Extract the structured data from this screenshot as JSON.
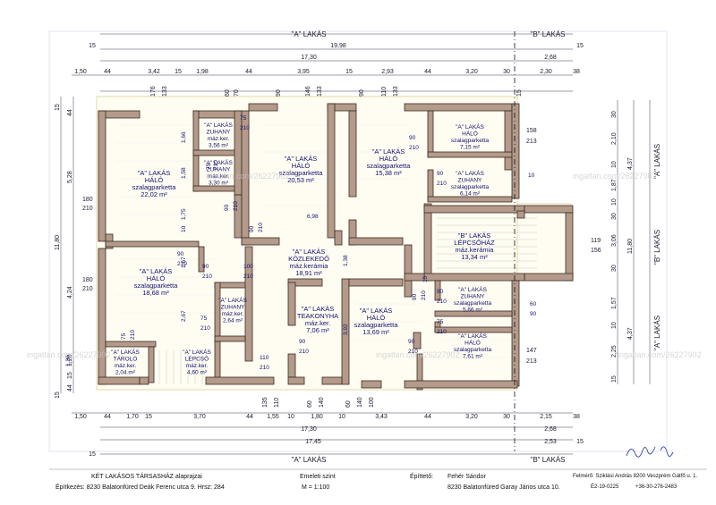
{
  "top": {
    "zone_a": "\"A\" LAKÁS",
    "zone_b": "\"B\" LAKÁS",
    "row1": [
      "15",
      "19,98",
      "15"
    ],
    "row2": [
      "17,30",
      "2,68"
    ],
    "row3": [
      "1,50",
      "44",
      "3,42",
      "15",
      "1,98",
      "44",
      "3,95",
      "15",
      "2,93",
      "44",
      "3,20",
      "30",
      "2,30",
      "38"
    ],
    "row4": [
      "176",
      "133",
      "60",
      "70",
      "90",
      "146",
      "133",
      "90",
      "110",
      "133",
      "15"
    ]
  },
  "bottom": {
    "row1": [
      "1,50",
      "44",
      "1,70",
      "15",
      "3,70",
      "44",
      "1,55",
      "10",
      "1,80",
      "10",
      "3,43",
      "44",
      "3,20",
      "30",
      "2,15",
      "38"
    ],
    "row2": [
      "17,30",
      "2,68"
    ],
    "row3": [
      "17,45",
      "2,53",
      "15"
    ],
    "row4": [
      "15"
    ],
    "row5": [
      "135",
      "110",
      "60",
      "140",
      "60",
      "140",
      "100"
    ],
    "zone_a": "\"A\" LAKÁS",
    "zone_b": "\"B\" LAKÁS"
  },
  "left": {
    "outer": [
      "15",
      "44",
      "5,28",
      "11,80",
      "4,24",
      "1,20",
      "15",
      "44",
      "15"
    ],
    "inner": [
      "180",
      "210",
      "180",
      "210"
    ]
  },
  "right": {
    "col1": [
      "158",
      "213",
      "119",
      "156",
      "147",
      "213"
    ],
    "col2": [
      "30",
      "2,10",
      "10",
      "1,87",
      "10",
      "30",
      "3,06",
      "30",
      "1,57",
      "10",
      "2,25",
      "15"
    ],
    "col3": [
      "4,37",
      "11,80",
      "4,37"
    ],
    "side_a1": "\"A\" LAKÁS",
    "side_b": "\"B\" LAKÁS",
    "side_a2": "\"A\" LAKÁS"
  },
  "rooms": [
    {
      "lines": [
        "\"A\" LAKÁS",
        "ZUHANY",
        "máz.ker.",
        "3,56 m²"
      ]
    },
    {
      "lines": [
        "\"A\" LAKÁS",
        "ZUHANY",
        "máz.ker.",
        "3,30 m²"
      ]
    },
    {
      "lines": [
        "\"A\" LAKÁS",
        "HÁLÓ",
        "szalagparketta",
        "22,02 m²"
      ]
    },
    {
      "lines": [
        "\"A\" LAKÁS",
        "HÁLÓ",
        "szalagparketta",
        "20,53 m²"
      ]
    },
    {
      "lines": [
        "\"A\" LAKÁS",
        "HÁLÓ",
        "szalagparketta",
        "15,38 m²"
      ]
    },
    {
      "lines": [
        "\"A\" LAKÁS",
        "HÁLÓ",
        "szalagparketta",
        "7,15 m²"
      ]
    },
    {
      "lines": [
        "\"A\" LAKÁS",
        "ZUHANY",
        "szalagparketta",
        "6,14 m²"
      ]
    },
    {
      "lines": [
        "\"B\" LAKÁS",
        "LÉPCSŐHÁZ",
        "máz.kerámia",
        "13,34 m²"
      ]
    },
    {
      "lines": [
        "\"A\" LAKÁS",
        "KÖZLEKEDŐ",
        "máz.kerámia",
        "18,91 m²"
      ]
    },
    {
      "lines": [
        "\"A\" LAKÁS",
        "HÁLÓ",
        "szalagparketta",
        "18,68 m²"
      ]
    },
    {
      "lines": [
        "\"A\" LAKÁS",
        "ZUHANY",
        "máz.ker.",
        "2,64 m²"
      ]
    },
    {
      "lines": [
        "\"A\" LAKÁS",
        "TEAKONYHA",
        "máz.ker.",
        "7,06 m²"
      ]
    },
    {
      "lines": [
        "\"A\" LAKÁS",
        "HÁLÓ",
        "szalagparketta",
        "13,69 m²"
      ]
    },
    {
      "lines": [
        "\"A\" LAKÁS",
        "ZUHANY",
        "szalagparketta",
        "5,66 m²"
      ]
    },
    {
      "lines": [
        "\"A\" LAKÁS",
        "HÁLÓ",
        "szalagparketta",
        "7,61 m²"
      ]
    },
    {
      "lines": [
        "\"A\" LAKÁS",
        "TÁROLÓ",
        "máz.ker.",
        "2,04 m²"
      ]
    },
    {
      "lines": [
        "\"A\" LAKÁS",
        "LÉPCSŐ",
        "máz.ker.",
        "4,60 m²"
      ]
    }
  ],
  "door_dims": [
    "75",
    "210",
    "1,66",
    "1,58",
    "75",
    "210",
    "90",
    "210",
    "90",
    "210",
    "90",
    "210",
    "90",
    "210",
    "6,98",
    "1,75",
    "10",
    "90",
    "210",
    "100",
    "210",
    "1,38",
    "90",
    "210",
    "1,67",
    "90",
    "210",
    "75",
    "210",
    "2,67",
    "75",
    "210",
    "90",
    "210",
    "110",
    "210",
    "3,92",
    "90",
    "210",
    "60",
    "90",
    "90",
    "210",
    "15",
    "75",
    "210",
    "1,20",
    "10"
  ],
  "watermarks": [
    "ingatlan.com/26227902",
    "ingatlan.com/26227902",
    "ingatlan.com/26227902",
    "ingatlan.com/26227902",
    "ingatlan.com/26227902"
  ],
  "titleblock": {
    "title": "KÉT LAKÁSOS TÁRSASHÁZ alaprajzai",
    "location": "Építkezés: 8230 Balatonfüred Deák Ferenc utca 9.  Hrsz: 284",
    "level": "Emeleti szint",
    "scale": "M = 1:100",
    "builder_label": "Építtető:",
    "builder_name": "Fehér Sándor",
    "builder_address": "8230 Balatonfüred Garay János utca 10.",
    "surveyor": "Felmérő: Sziklási András  8200 Veszprém Gátfő u. 1.",
    "reg": "É2-19-0225",
    "phone": "+36-30-276-2483"
  }
}
